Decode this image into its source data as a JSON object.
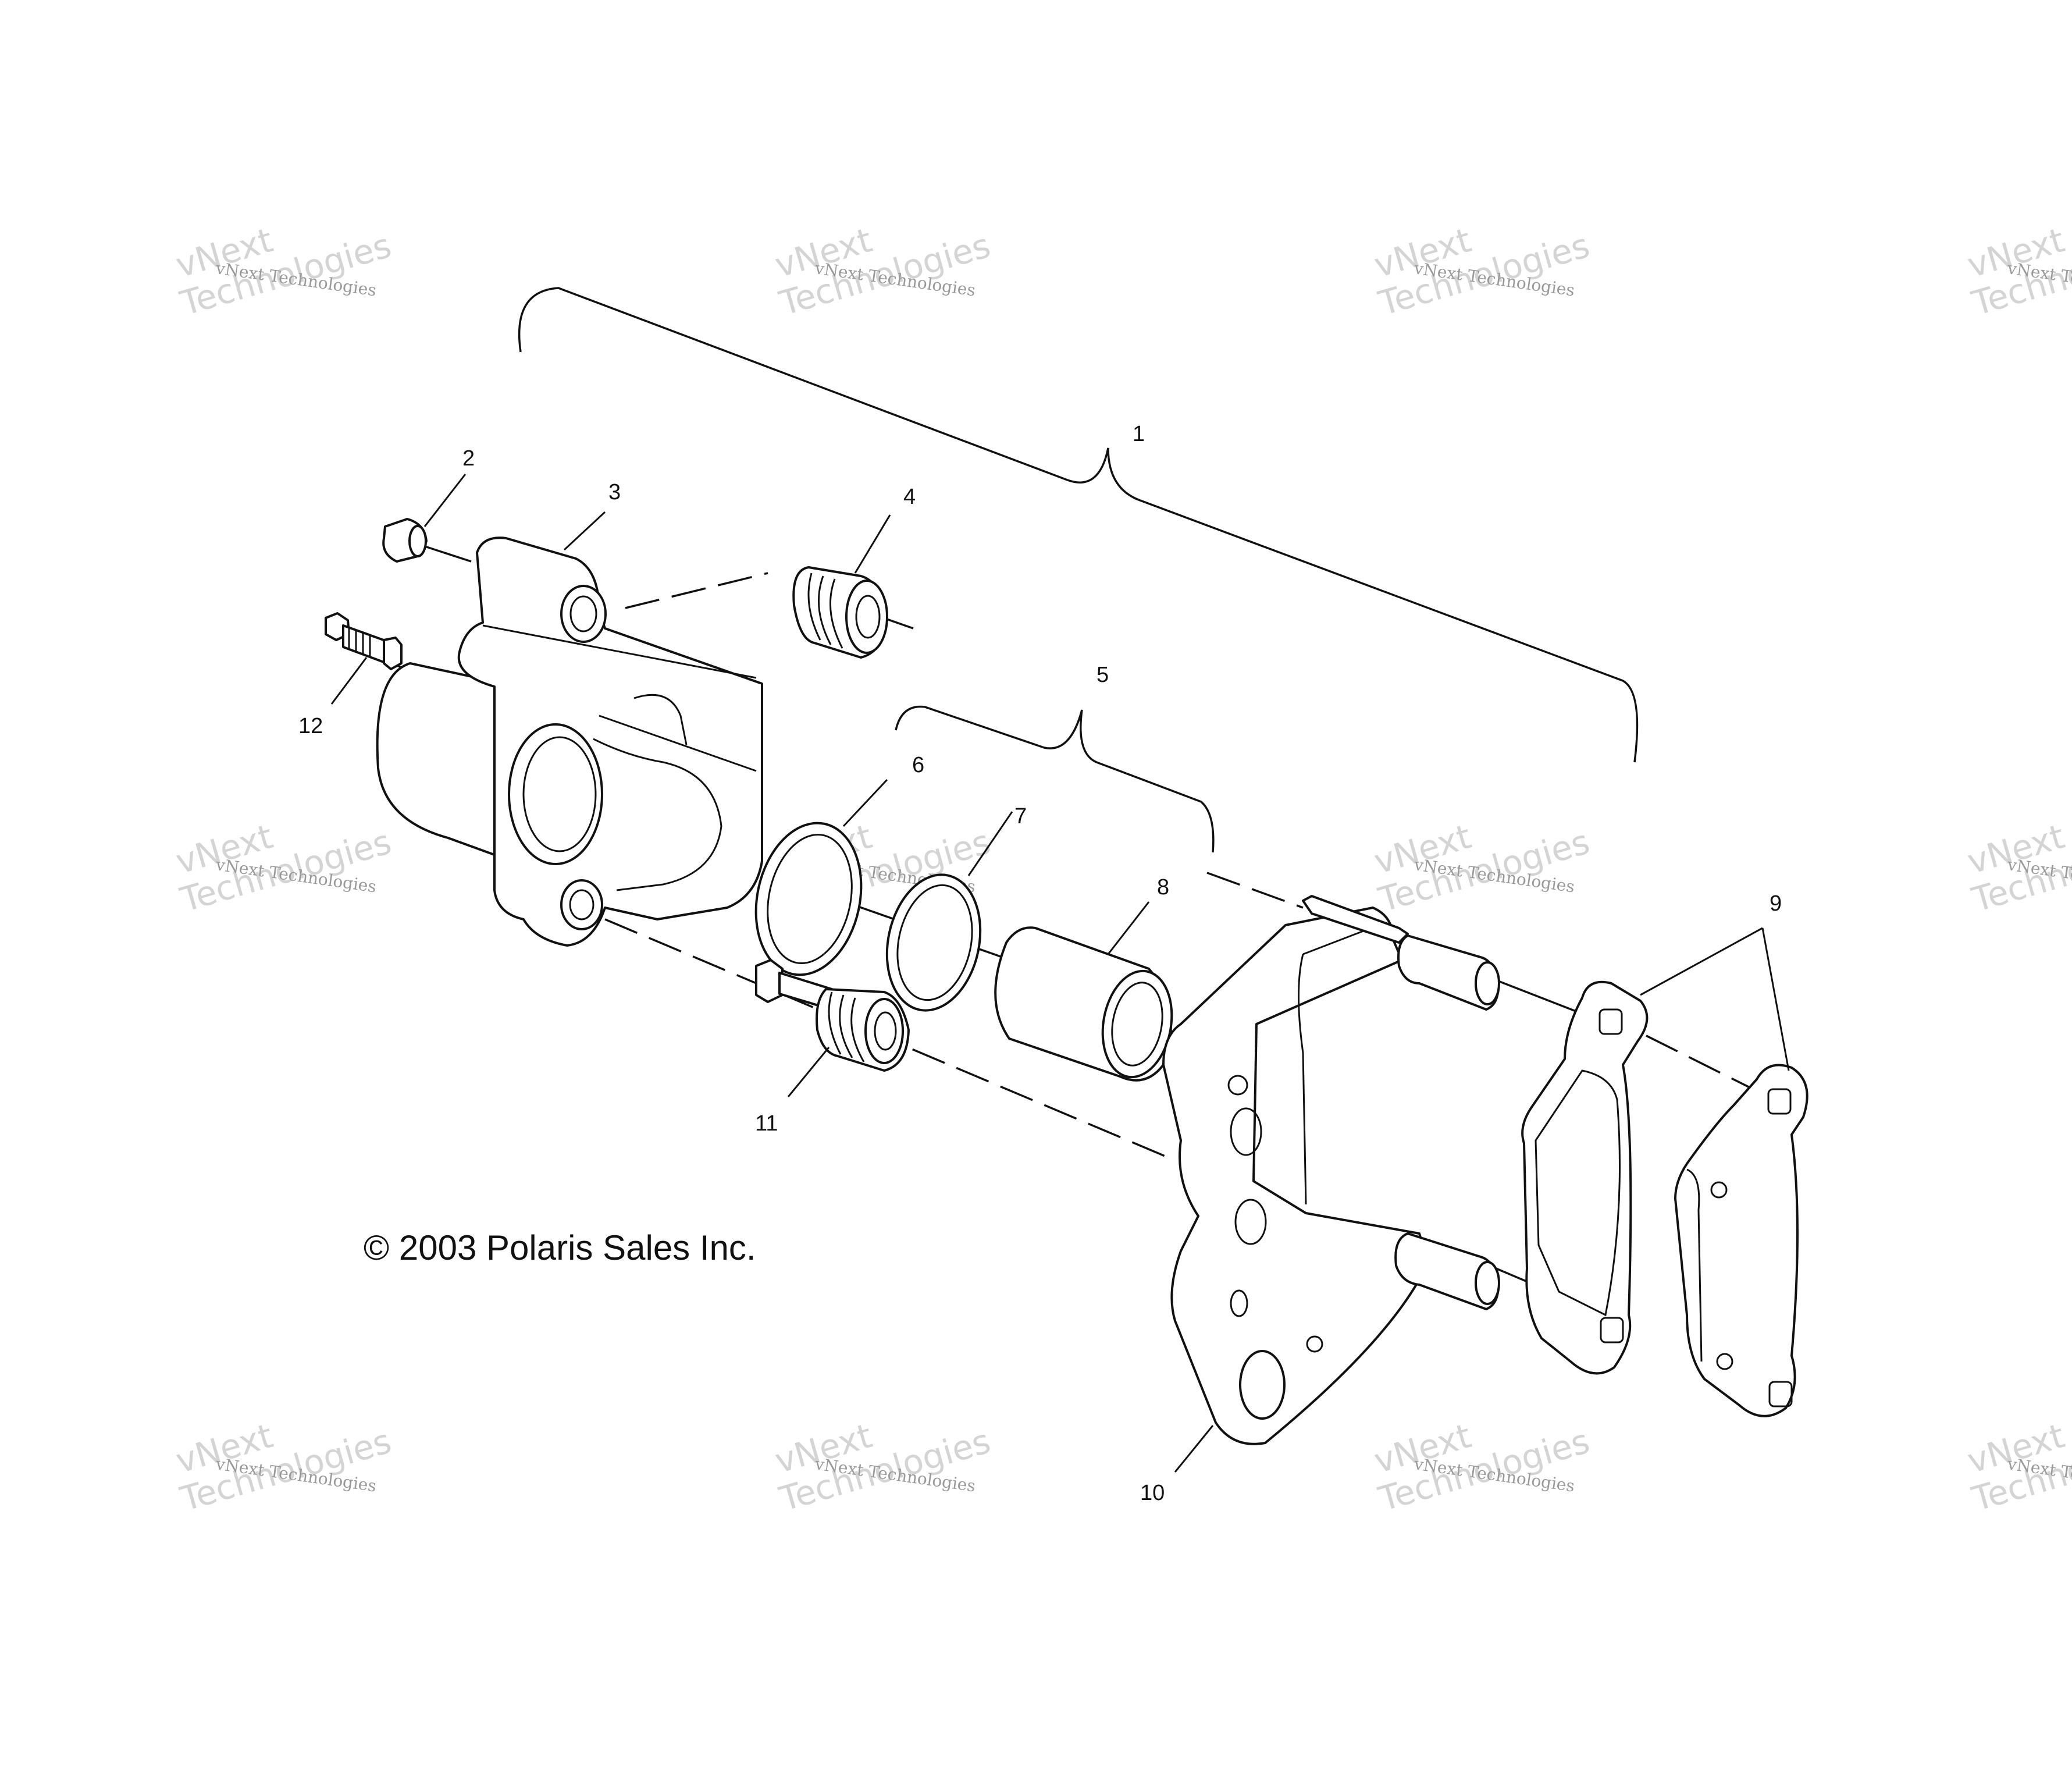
{
  "watermark": {
    "small_text": "vNext Technologies",
    "large_top": "vNext",
    "large_bottom": "Technologies"
  },
  "callouts": {
    "c1": "1",
    "c2": "2",
    "c3": "3",
    "c4": "4",
    "c5": "5",
    "c6": "6",
    "c7": "7",
    "c8": "8",
    "c9": "9",
    "c10": "10",
    "c11": "11",
    "c12": "12"
  },
  "copyright": "© 2003 Polaris Sales Inc."
}
